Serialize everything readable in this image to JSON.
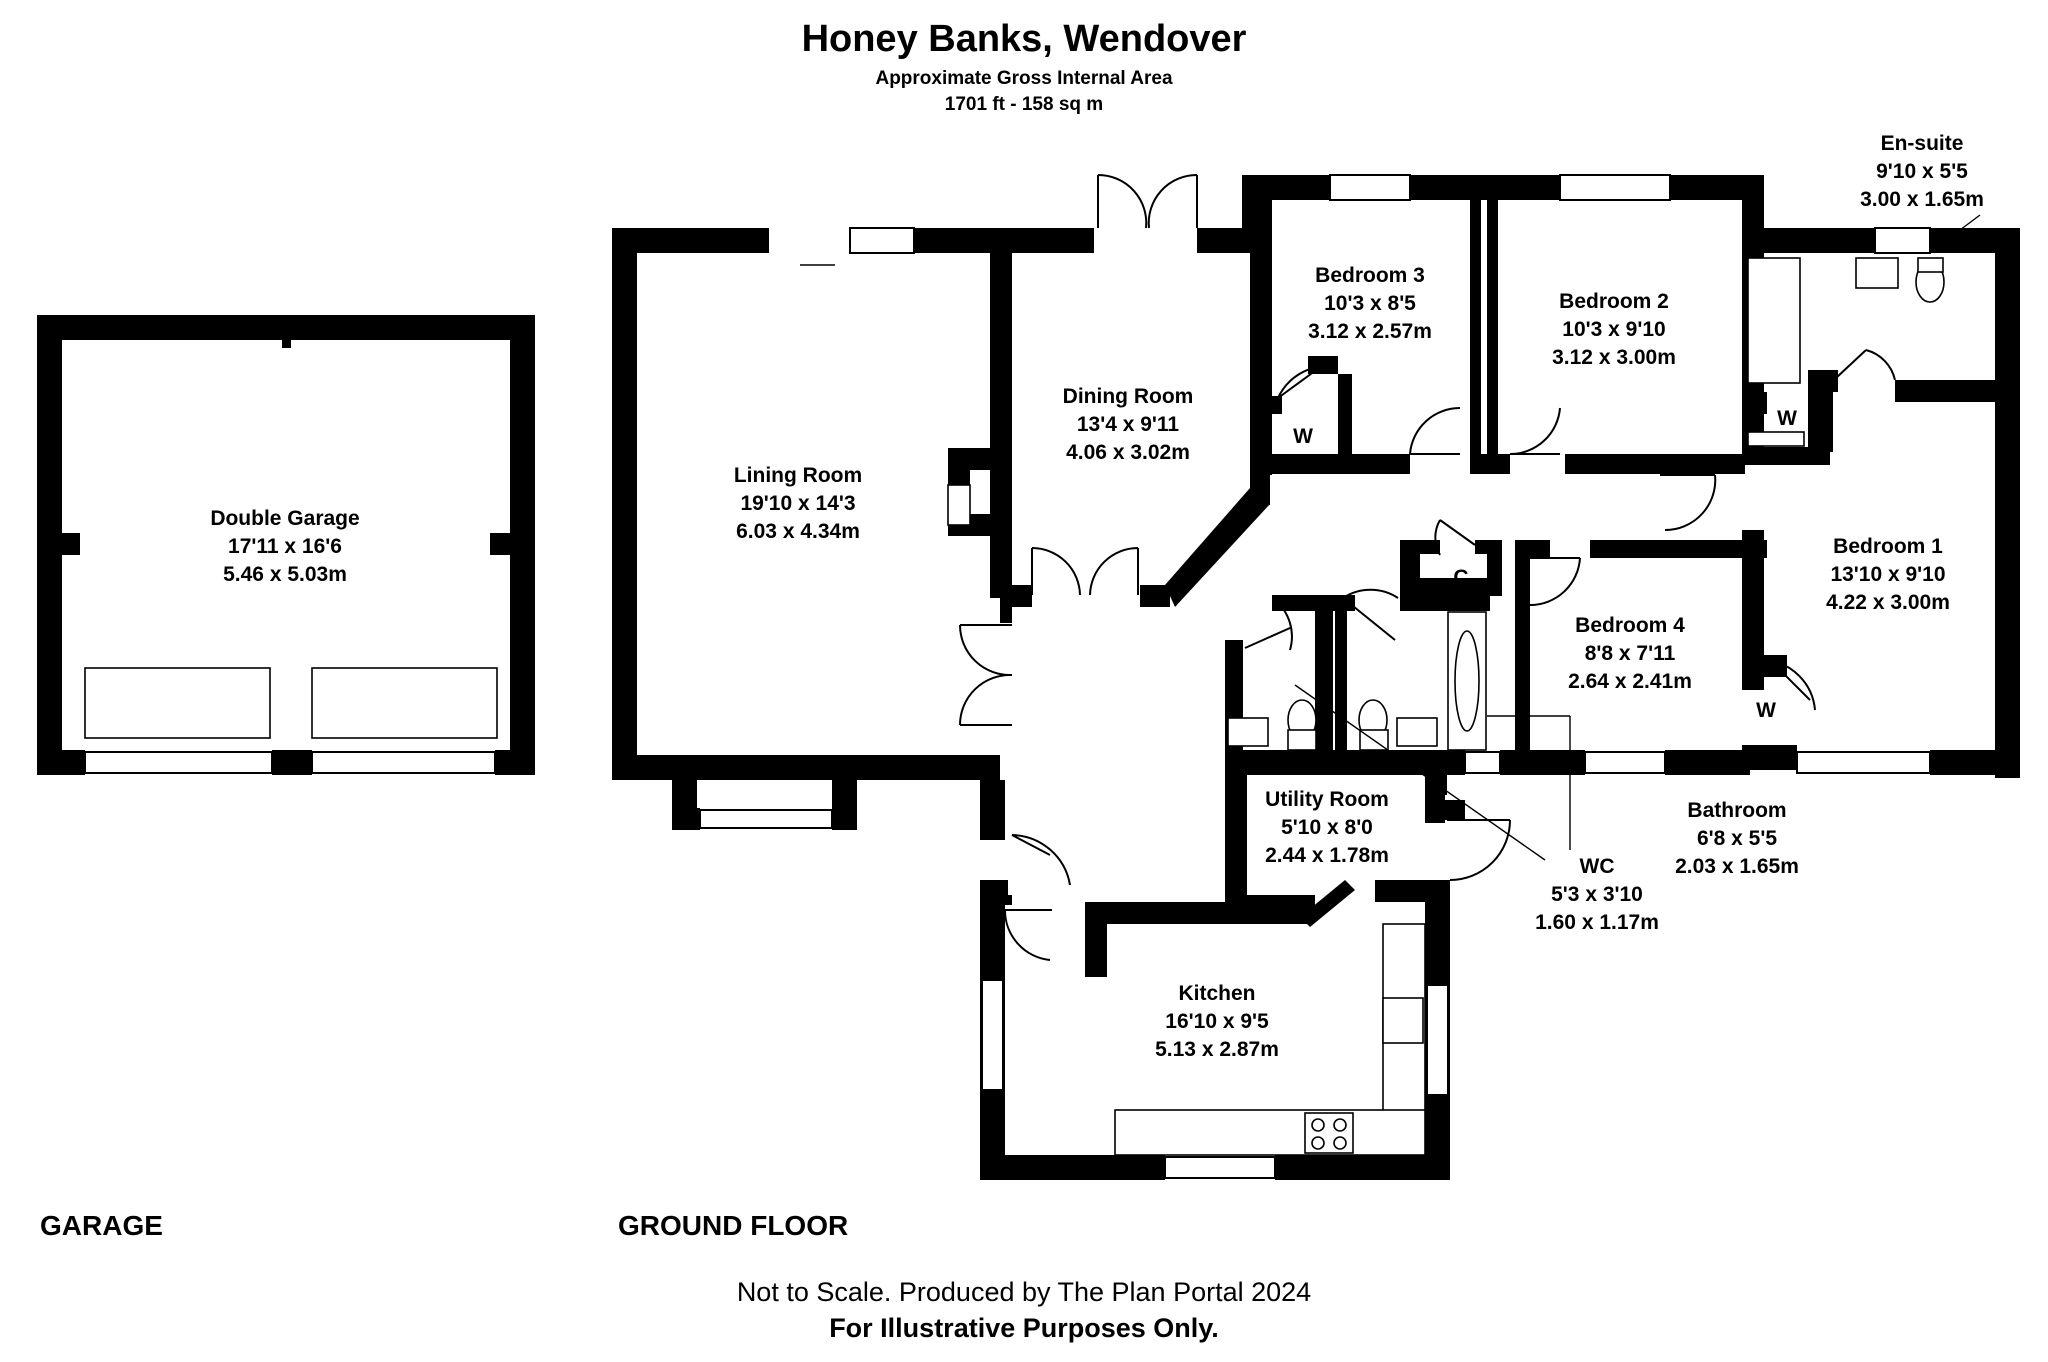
{
  "header": {
    "title": "Honey Banks, Wendover",
    "subtitle": "Approximate Gross Internal Area",
    "area": "1701 ft - 158 sq m"
  },
  "floors": {
    "garage": "GARAGE",
    "ground": "GROUND FLOOR"
  },
  "rooms": {
    "garage": {
      "name": "Double Garage",
      "imperial": "17'11 x 16'6",
      "metric": "5.46 x 5.03m"
    },
    "lining": {
      "name": "Lining Room",
      "imperial": "19'10 x 14'3",
      "metric": "6.03 x 4.34m"
    },
    "dining": {
      "name": "Dining Room",
      "imperial": "13'4 x 9'11",
      "metric": "4.06 x 3.02m"
    },
    "bed3": {
      "name": "Bedroom 3",
      "imperial": "10'3 x 8'5",
      "metric": "3.12 x 2.57m"
    },
    "bed2": {
      "name": "Bedroom 2",
      "imperial": "10'3 x 9'10",
      "metric": "3.12 x 3.00m"
    },
    "ensuite": {
      "name": "En-suite",
      "imperial": "9'10 x 5'5",
      "metric": "3.00 x 1.65m"
    },
    "bed1": {
      "name": "Bedroom 1",
      "imperial": "13'10 x 9'10",
      "metric": "4.22 x 3.00m"
    },
    "bed4": {
      "name": "Bedroom 4",
      "imperial": "8'8 x 7'11",
      "metric": "2.64 x 2.41m"
    },
    "bathroom": {
      "name": "Bathroom",
      "imperial": "6'8 x 5'5",
      "metric": "2.03 x 1.65m"
    },
    "wc": {
      "name": "WC",
      "imperial": "5'3 x 3'10",
      "metric": "1.60 x 1.17m"
    },
    "utility": {
      "name": "Utility Room",
      "imperial": "5'10 x 8'0",
      "metric": "2.44 x 1.78m"
    },
    "kitchen": {
      "name": "Kitchen",
      "imperial": "16'10 x 9'5",
      "metric": "5.13 x 2.87m"
    }
  },
  "markers": {
    "wardrobe": "W",
    "cupboard": "C"
  },
  "footer": {
    "credit": "Not to Scale. Produced by The Plan Portal 2024",
    "disclaimer": "For Illustrative Purposes Only."
  }
}
